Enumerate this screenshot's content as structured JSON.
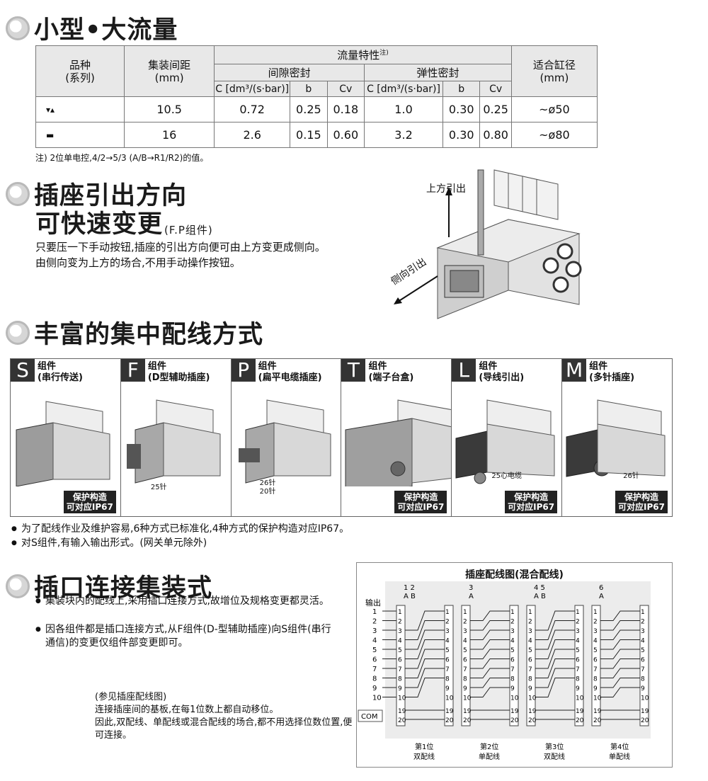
{
  "s1": {
    "title": "小型•大流量",
    "table": {
      "h_variety": "品种\n(系列)",
      "h_pitch": "集装间距\n(mm)",
      "h_flow": "流量特性",
      "h_flow_note": "注)",
      "h_gap": "间隙密封",
      "h_elastic": "弹性密封",
      "h_bore": "适合缸径\n(mm)",
      "h_c": "C [dm³/(s·bar)]",
      "h_b": "b",
      "h_cv": "Cv",
      "rows": [
        {
          "icon": "▾▴",
          "pitch": "10.5",
          "c1": "0.72",
          "b1": "0.25",
          "cv1": "0.18",
          "c2": "1.0",
          "b2": "0.30",
          "cv2": "0.25",
          "bore": "~ø50"
        },
        {
          "icon": "▬",
          "pitch": "16",
          "c1": "2.6",
          "b1": "0.15",
          "cv1": "0.60",
          "c2": "3.2",
          "b2": "0.30",
          "cv2": "0.80",
          "bore": "~ø80"
        }
      ]
    },
    "note": "注) 2位单电控,4/2→5/3 (A/B→R1/R2)的值。"
  },
  "s2": {
    "title1": "插座引出方向",
    "title2": "可快速变更",
    "title2_sub": "(F.P组件)",
    "line1": "只要压一下手动按钮,插座的引出方向便可由上方变更成侧向。",
    "line2": "由侧向变为上方的场合,不用手动操作按钮。",
    "label_top": "上方引出",
    "label_side": "侧向引出"
  },
  "s3": {
    "title": "丰富的集中配线方式",
    "components": [
      {
        "letter": "S",
        "cap1": "组件",
        "cap2": "(串行传送)",
        "ip": "保护构造\n可对应IP67",
        "pin": ""
      },
      {
        "letter": "F",
        "cap1": "组件",
        "cap2": "(D型辅助插座)",
        "ip": "",
        "pin": "25针"
      },
      {
        "letter": "P",
        "cap1": "组件",
        "cap2": "(扁平电缆插座)",
        "ip": "",
        "pin": "26针\n20针"
      },
      {
        "letter": "T",
        "cap1": "组件",
        "cap2": "(端子台盒)",
        "ip": "保护构造\n可对应IP67",
        "pin": ""
      },
      {
        "letter": "L",
        "cap1": "组件",
        "cap2": "(导线引出)",
        "ip": "保护构造\n可对应IP67",
        "pin": "25心电缆"
      },
      {
        "letter": "M",
        "cap1": "组件",
        "cap2": "(多针插座)",
        "ip": "保护构造\n可对应IP67",
        "pin": "26针"
      }
    ],
    "bullet1": "为了配线作业及维护容易,6种方式已标准化,4种方式的保护构造对应IP67。",
    "bullet2": "对S组件,有输入输出形式。(网关单元除外)"
  },
  "s4": {
    "title": "插口连接集装式",
    "bullet1": "集装块内的配线上,采用插口连接方式,故增位及规格变更都灵活。",
    "bullet2": "因各组件都是插口连接方式,从F组件(D-型辅助插座)向S组件(串行通信)的变更仅组件部变更即可。",
    "ref1": "(参见插座配线图)",
    "ref2": "连接插座间的基板,在每1位数上都自动移位。",
    "ref3": "因此,双配线、单配线或混合配线的场合,都不用选择位数位置,便可连接。"
  },
  "wiring": {
    "title": "插座配线图(混合配线)",
    "output_label": "输出",
    "com_label": "COM",
    "inputs": [
      "1",
      "2",
      "3",
      "4",
      "5",
      "6",
      "7",
      "8",
      "9",
      "10"
    ],
    "stations": [
      {
        "top": "1 2",
        "ab": "A B",
        "name": "第1位",
        "type": "双配线"
      },
      {
        "top": "3",
        "ab": "A",
        "name": "第2位",
        "type": "单配线"
      },
      {
        "top": "4 5",
        "ab": "A B",
        "name": "第3位",
        "type": "双配线"
      },
      {
        "top": "6",
        "ab": "A",
        "name": "第4位",
        "type": "单配线"
      }
    ],
    "pins": [
      "1",
      "2",
      "3",
      "4",
      "5",
      "6",
      "7",
      "8",
      "9",
      "10",
      "19",
      "20"
    ]
  }
}
